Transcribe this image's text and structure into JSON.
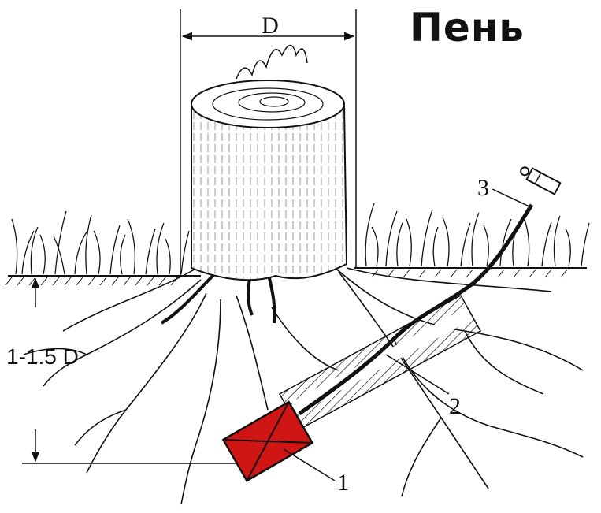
{
  "title": "Пень",
  "dimension_label": "D",
  "depth_label": "1-1.5 D",
  "callouts": {
    "charge": "1",
    "borehole": "2",
    "fuse": "3"
  },
  "colors": {
    "charge_fill": "#d01515",
    "ink": "#111111"
  }
}
